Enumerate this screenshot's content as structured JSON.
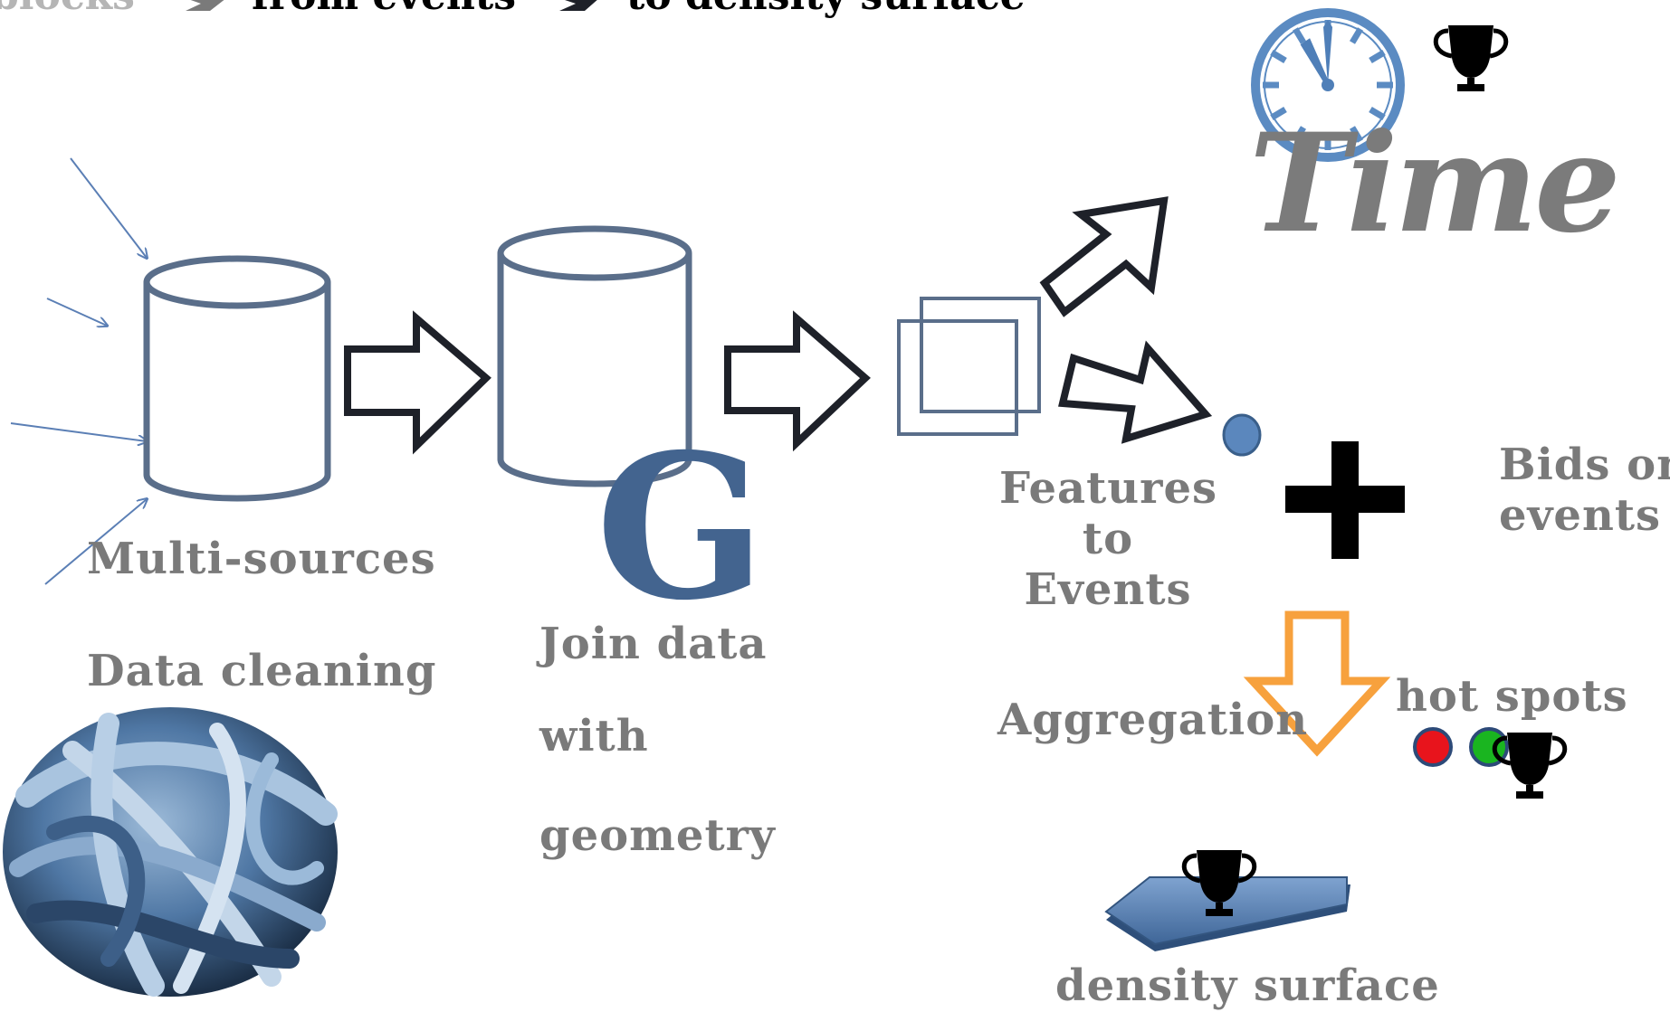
{
  "breadcrumb": {
    "steps": [
      "blocks",
      "from events",
      "to density surface"
    ]
  },
  "labels": {
    "multi_sources": "Multi-sources",
    "data_cleaning": "Data cleaning",
    "join_data": "Join data",
    "join_with": "with",
    "join_geometry": "geometry",
    "features_line1": "Features",
    "features_line2": "to",
    "features_line3": "Events",
    "bids_line1": "Bids on",
    "bids_line2": "events",
    "aggregation": "Aggregation",
    "hot_spots": "hot spots",
    "density_surface": "density surface",
    "geometry_letter": "G"
  },
  "colors": {
    "steel_blue": "#5a6e8a",
    "icon_blue": "#43648f",
    "arrow_dark": "#1e2129",
    "label_gray": "#7a7a7a",
    "orange": "#f7a13d",
    "red_dot": "#e8141c",
    "green_dot": "#1ab520",
    "clock_blue": "#5b8bc2",
    "time_gray": "#7b7b7b"
  },
  "icons": [
    "database-icon",
    "arrow-right-icon",
    "overlap-squares-icon",
    "clock-icon",
    "trophy-icon",
    "plus-icon",
    "yarn-ball-icon",
    "plate-icon"
  ]
}
